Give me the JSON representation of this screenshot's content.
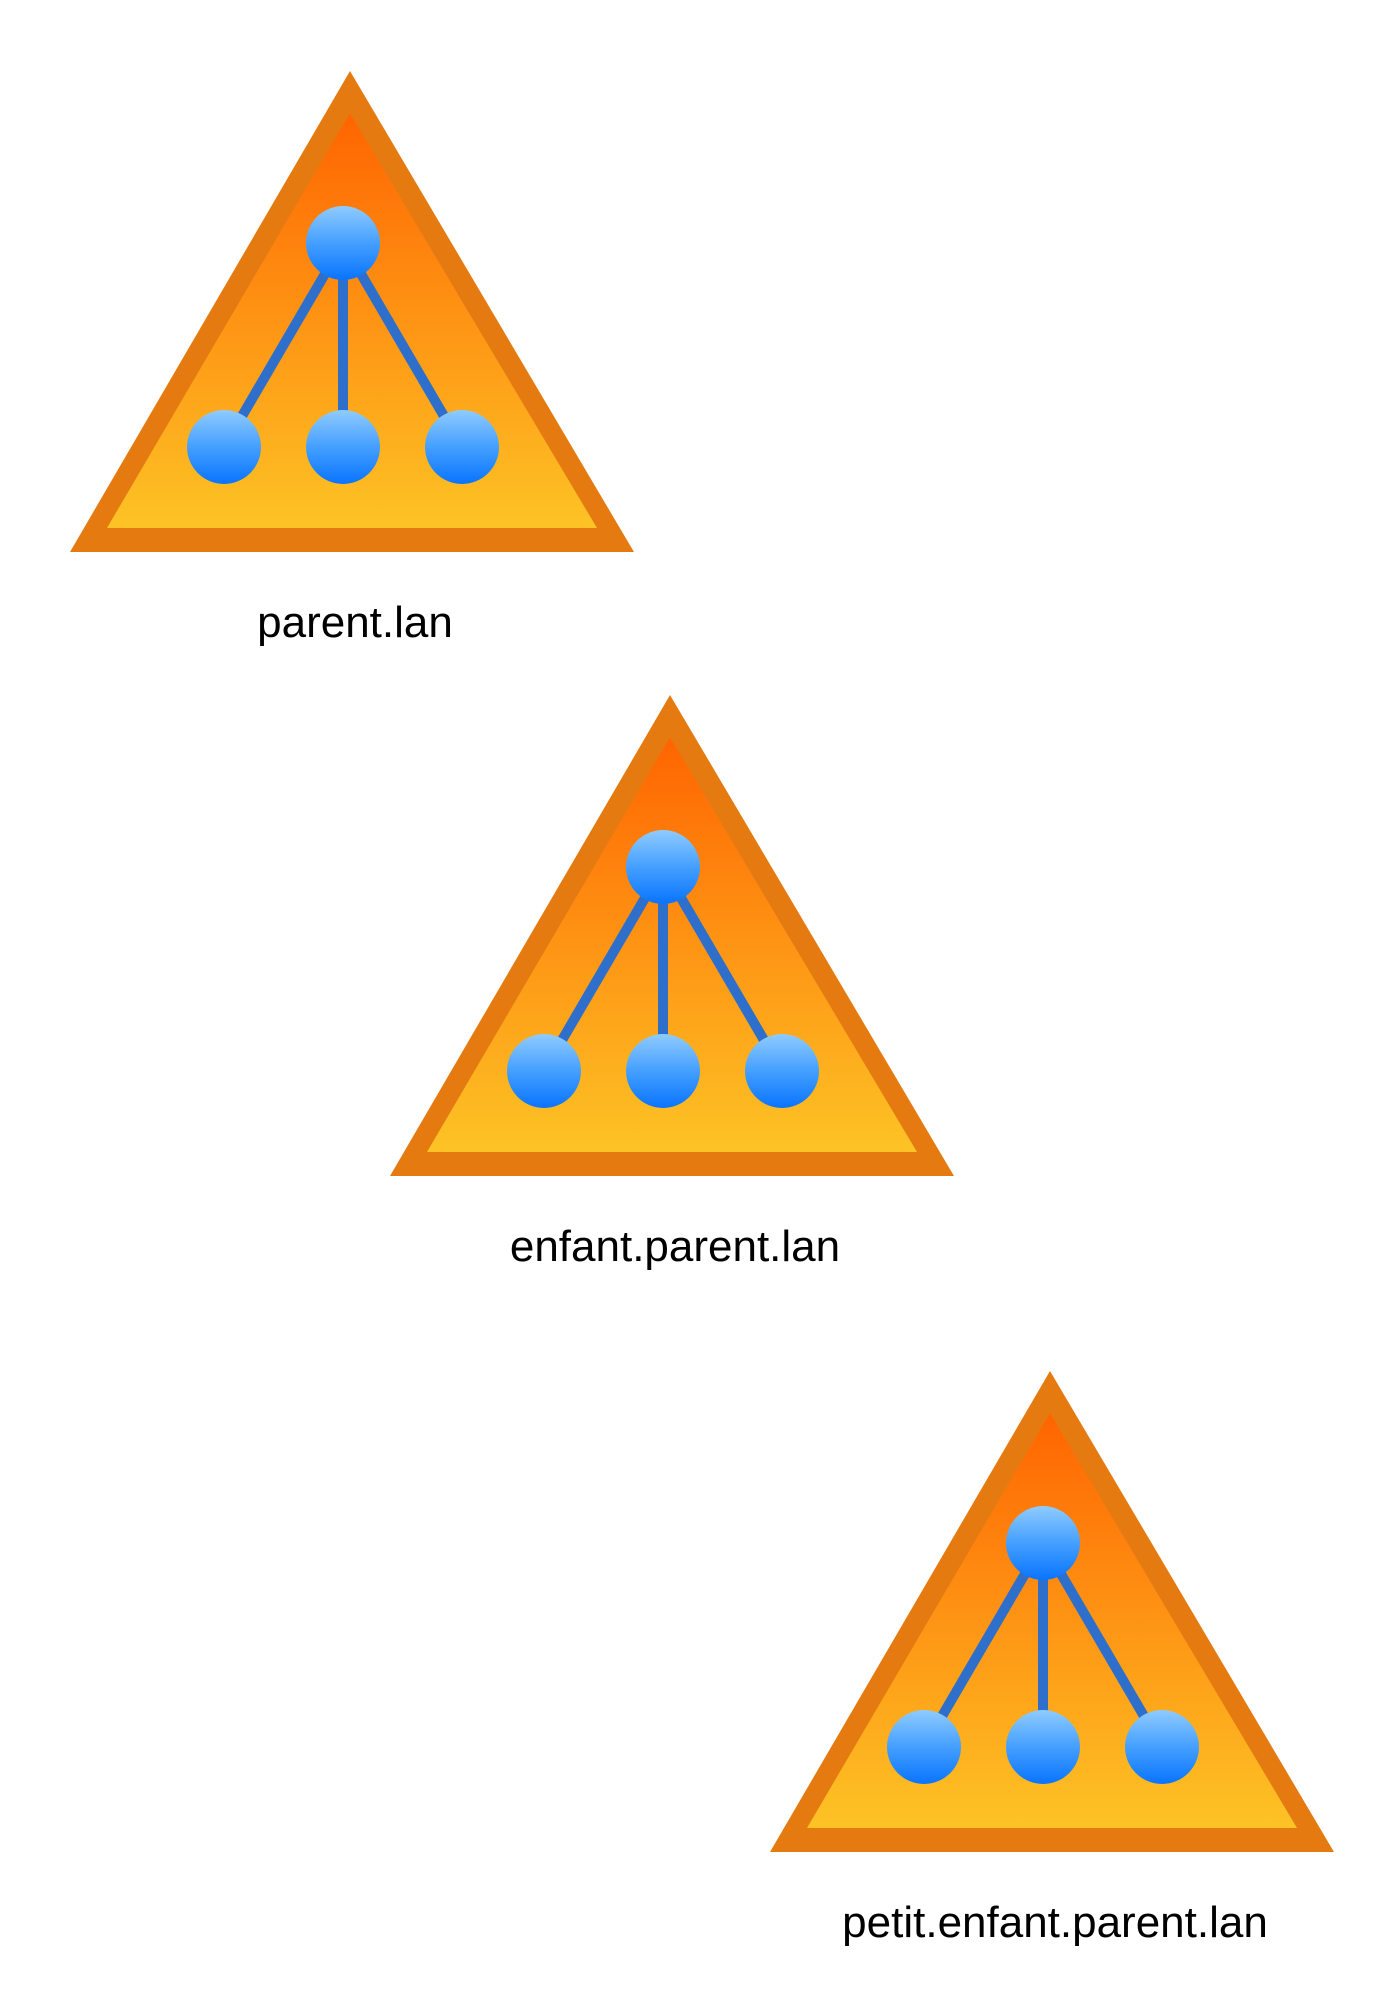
{
  "diagram": {
    "type": "domain-tree",
    "colors": {
      "border": "#E57B10",
      "fill_top": "#FF6A00",
      "fill_bottom": "#FDC024",
      "node_top": "#8CC8FF",
      "node_bottom": "#0A76FF",
      "link": "#2E6FCB",
      "label": "#000000"
    },
    "domains": [
      {
        "name": "parent.lan",
        "icon": "domain-tree-icon",
        "level": 0
      },
      {
        "name": "enfant.parent.lan",
        "icon": "domain-tree-icon",
        "level": 1
      },
      {
        "name": "petit.enfant.parent.lan",
        "icon": "domain-tree-icon",
        "level": 2
      }
    ]
  }
}
